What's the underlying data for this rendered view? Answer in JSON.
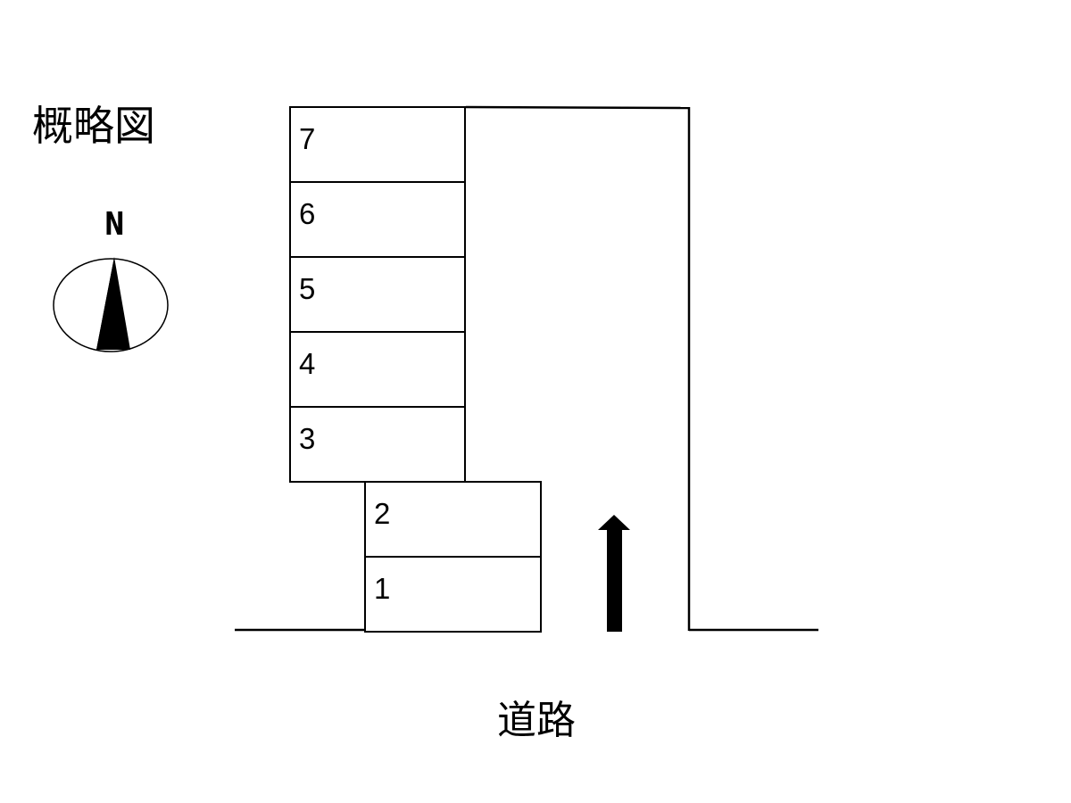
{
  "title": "概略図",
  "compass": {
    "label": "N"
  },
  "road": {
    "label": "道路"
  },
  "slots": [
    {
      "number": "7"
    },
    {
      "number": "6"
    },
    {
      "number": "5"
    },
    {
      "number": "4"
    },
    {
      "number": "3"
    },
    {
      "number": "2"
    },
    {
      "number": "1"
    }
  ],
  "entrance_arrow": {
    "icon": "up-arrow-icon",
    "color": "#000000"
  }
}
